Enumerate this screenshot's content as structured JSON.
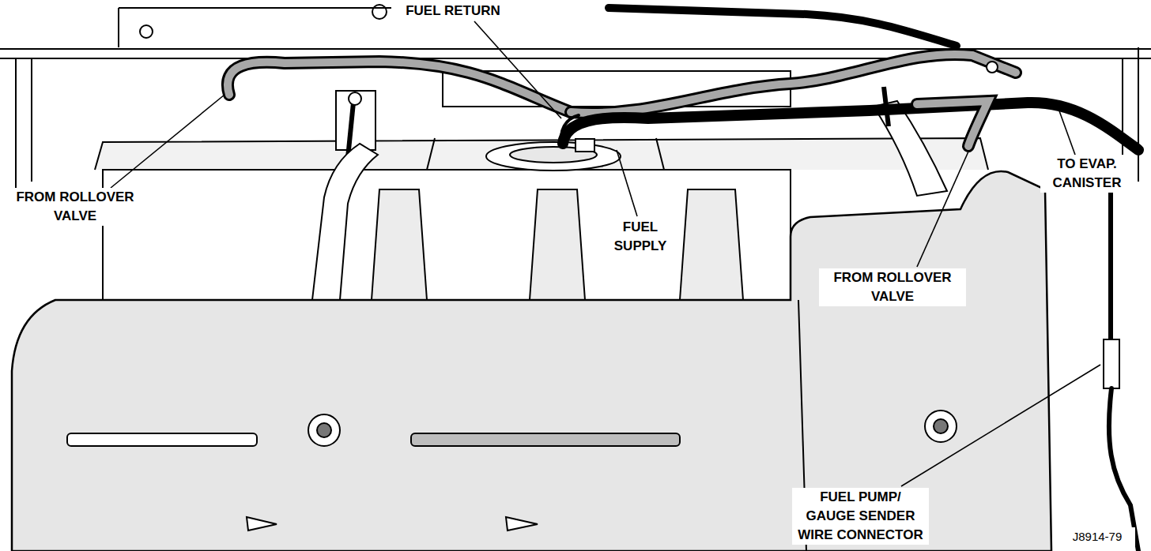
{
  "diagram": {
    "labels": [
      "FUEL RETURN",
      "FROM ROLLOVER VALVE",
      "FUEL SUPPLY",
      "TO EVAP. CANISTER",
      "FROM ROLLOVER VALVE",
      "FUEL PUMP/ GAUGE SENDER WIRE CONNECTOR",
      "J8914-79"
    ]
  }
}
